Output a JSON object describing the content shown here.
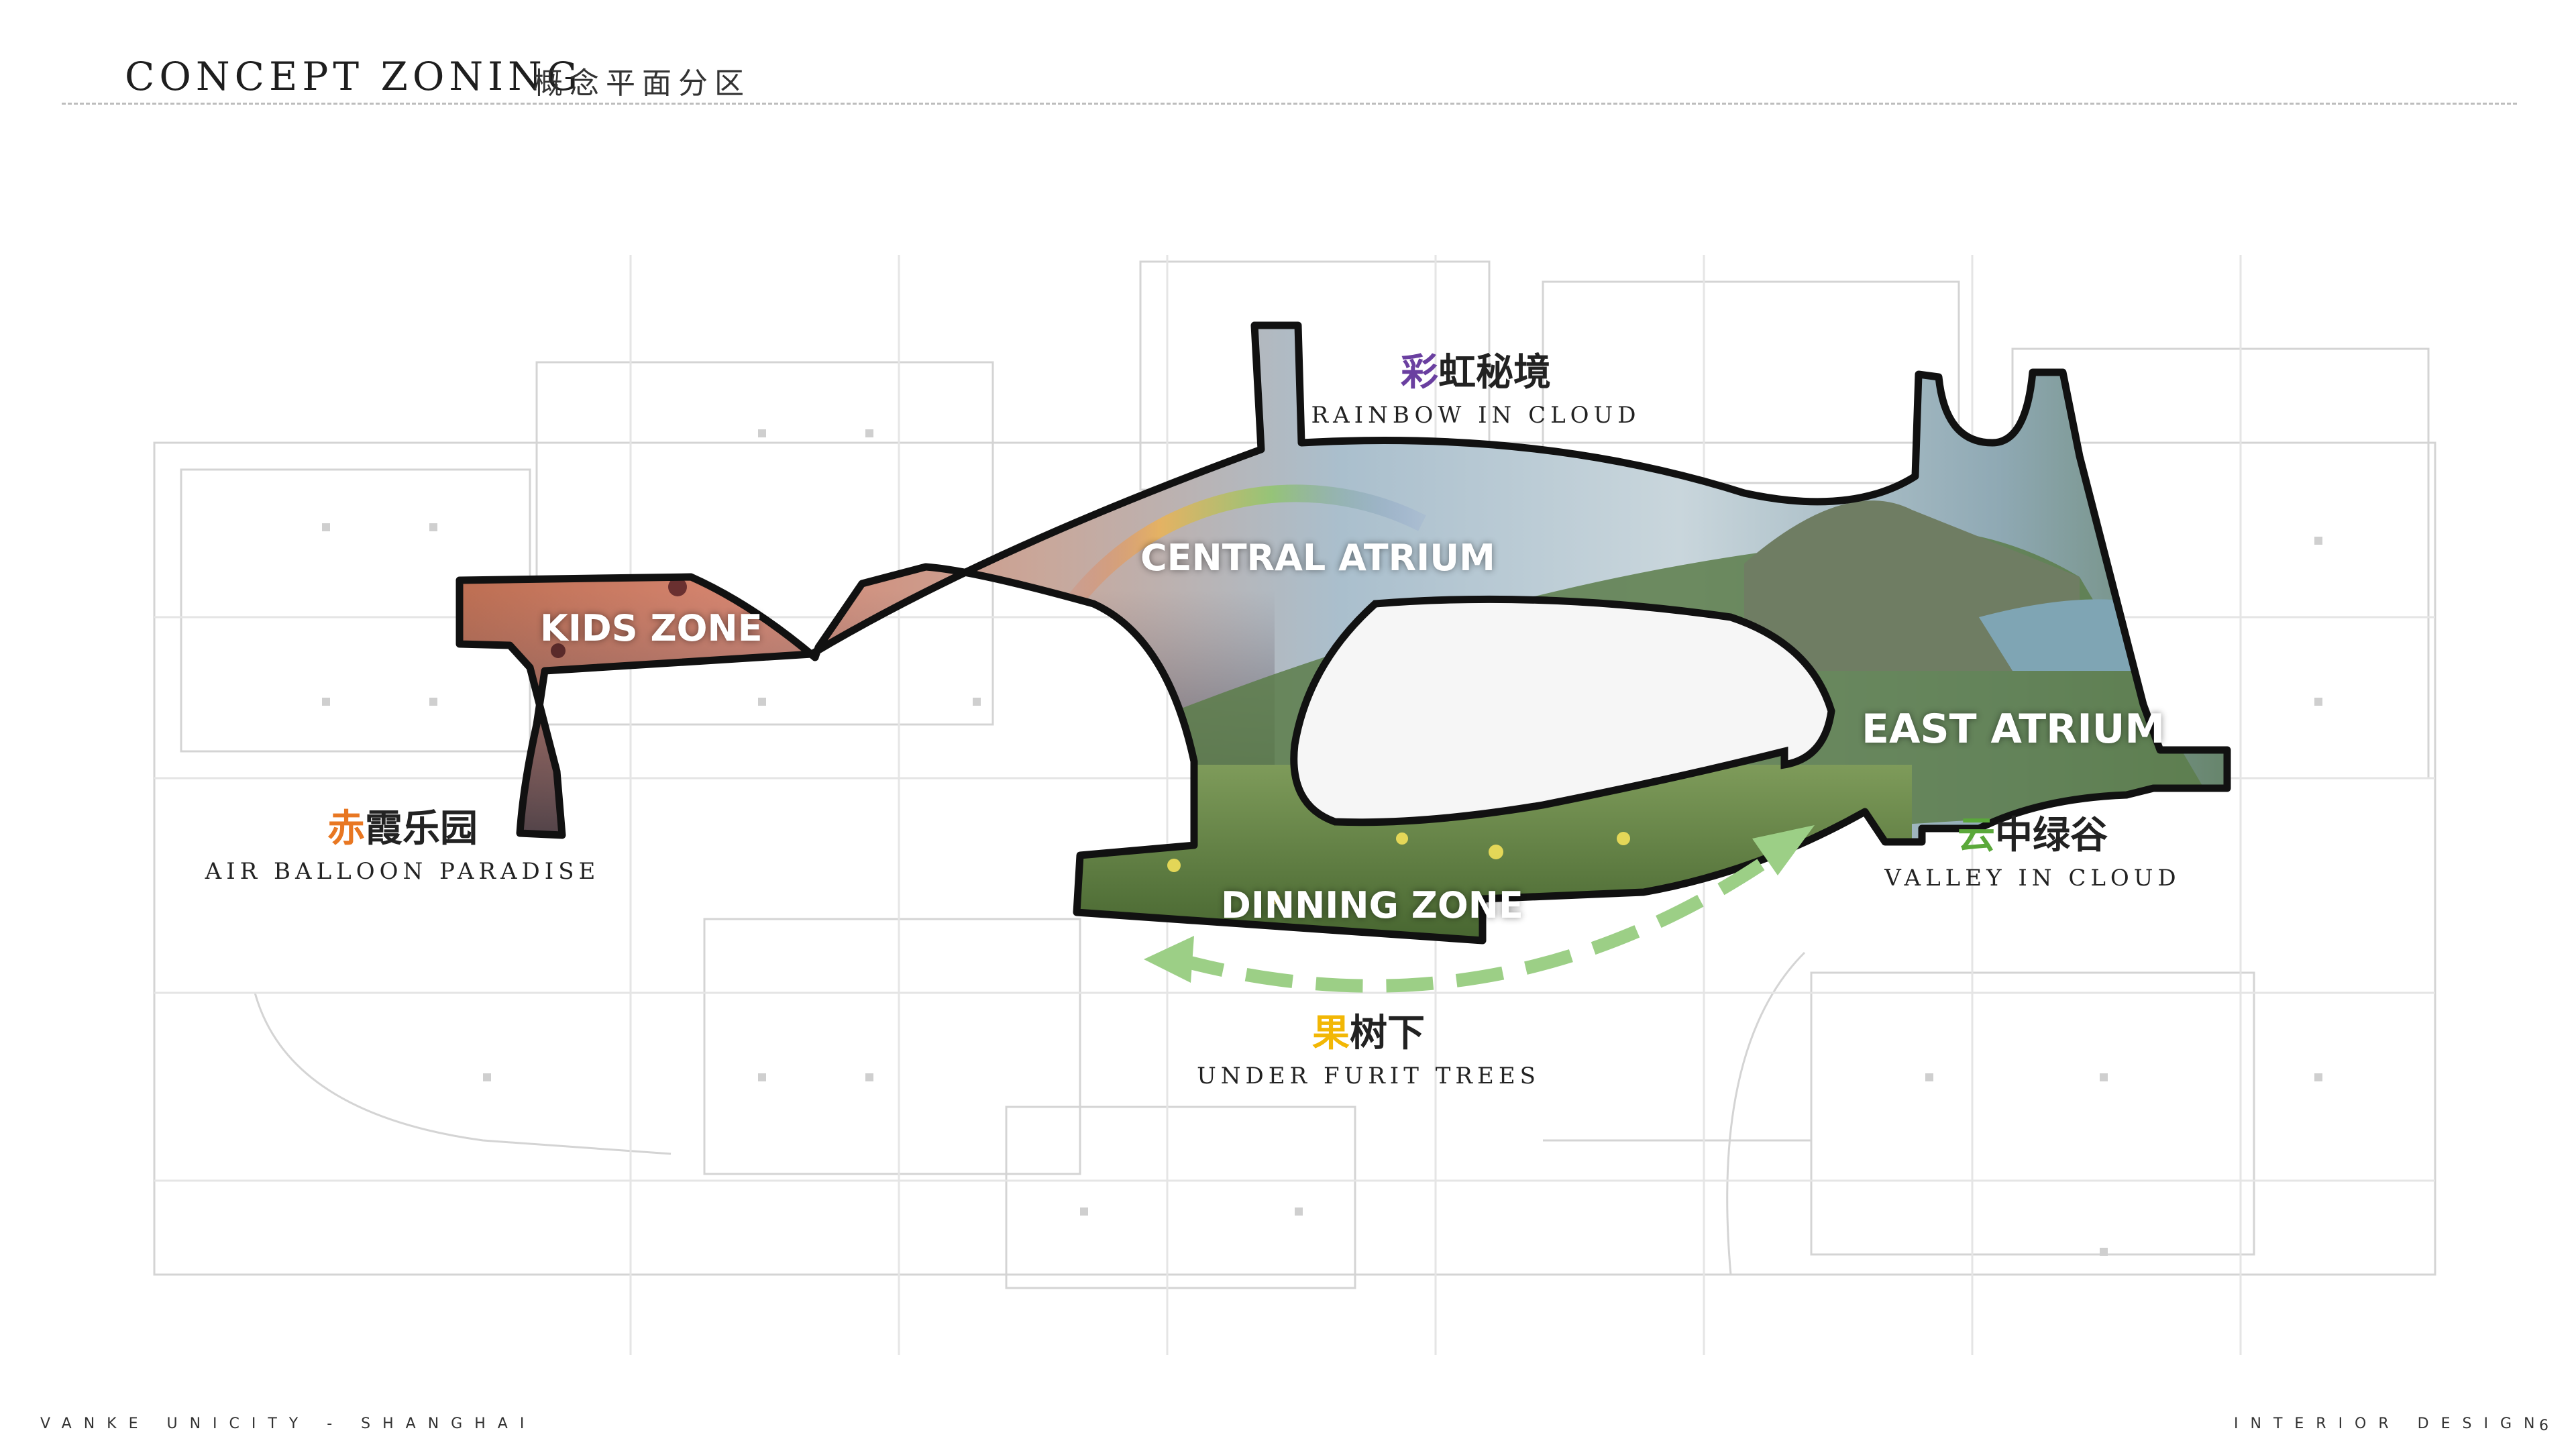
{
  "header": {
    "title_en": "CONCEPT ZONING",
    "title_cn": "概念平面分区"
  },
  "zones_on_map": {
    "kids": "KIDS ZONE",
    "central": "CENTRAL ATRIUM",
    "east": "EAST ATRIUM",
    "dining": "DINNING ZONE"
  },
  "callouts": {
    "rainbow": {
      "cn_accent": "彩",
      "cn_rest": "虹秘境",
      "en": "RAINBOW IN CLOUD",
      "accent_color": "#6a3fa0"
    },
    "air_balloon": {
      "cn_accent": "赤",
      "cn_rest": "霞乐园",
      "en": "AIR BALLOON PARADISE",
      "accent_color": "#e87722"
    },
    "valley": {
      "cn_accent": "云",
      "cn_rest": "中绿谷",
      "en": "VALLEY IN CLOUD",
      "accent_color": "#5aa83a"
    },
    "trees": {
      "cn_accent": "果",
      "cn_rest": "树下",
      "en": "UNDER FURIT TREES",
      "accent_color": "#f2b705"
    }
  },
  "arrow_color": "#9ccf86",
  "footer": {
    "left": "VANKE UNICITY - SHANGHAI",
    "right": "INTERIOR DESIGN",
    "page_number": "6"
  }
}
